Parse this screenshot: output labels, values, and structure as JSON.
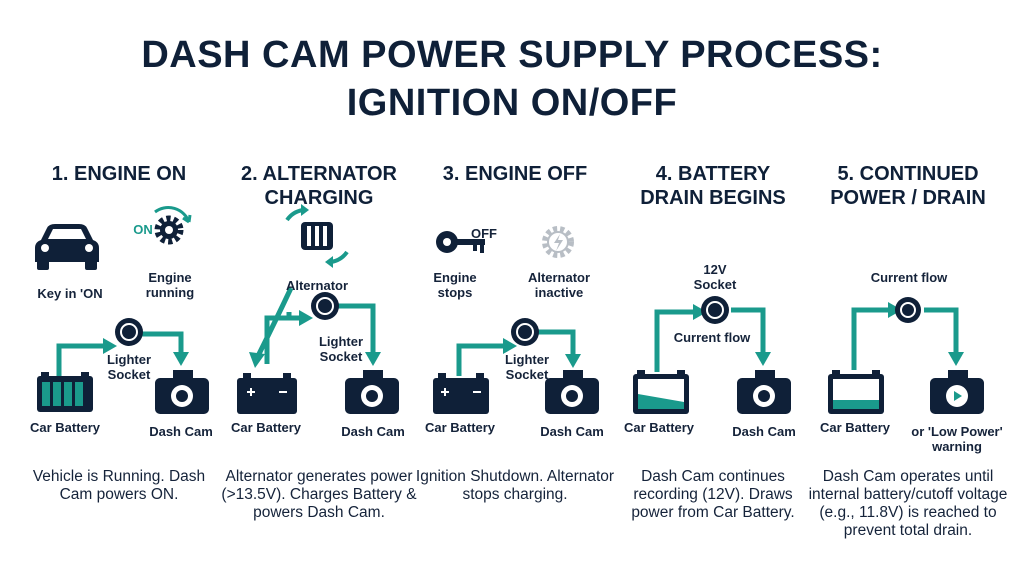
{
  "title": {
    "line1": "DASH CAM POWER SUPPLY PROCESS:",
    "line2": "IGNITION ON/OFF"
  },
  "colors": {
    "navy": "#0f2038",
    "teal": "#1a9a8c",
    "gray": "#b8bec5"
  },
  "steps": [
    {
      "title_lines": [
        "1. ENGINE ON"
      ],
      "labels": {
        "key": "Key in 'ON",
        "on": "ON",
        "engine": "Engine\nrunning",
        "socket": "Lighter\nSocket",
        "battery": "Car Battery",
        "cam": "Dash Cam"
      },
      "description": "Vehicle is Running. Dash Cam powers ON.",
      "icons": [
        "car-icon",
        "gear-icon",
        "socket-icon",
        "battery-icon",
        "dash-cam-icon"
      ]
    },
    {
      "title_lines": [
        "2. ALTERNATOR",
        "CHARGING"
      ],
      "labels": {
        "alternator": "Alternator",
        "socket": "Lighter\nSocket",
        "battery": "Car Battery",
        "cam": "Dash Cam"
      },
      "description": "Alternator generates power (>13.5V). Charges Battery & powers Dash Cam.",
      "icons": [
        "alternator-icon",
        "socket-icon",
        "battery-icon",
        "dash-cam-icon"
      ]
    },
    {
      "title_lines": [
        "3. ENGINE OFF"
      ],
      "labels": {
        "off": "OFF",
        "engine": "Engine\nstops",
        "alternator": "Alternator\ninactive",
        "socket": "Lighter\nSocket",
        "battery": "Car Battery",
        "cam": "Dash Cam"
      },
      "description": "Ignition Shutdown. Alternator stops charging.",
      "icons": [
        "key-icon",
        "gear-icon",
        "socket-icon",
        "battery-icon",
        "dash-cam-icon"
      ]
    },
    {
      "title_lines": [
        "4. BATTERY",
        "DRAIN BEGINS"
      ],
      "labels": {
        "socket": "12V\nSocket",
        "flow": "Current flow",
        "battery": "Car Battery",
        "cam": "Dash Cam"
      },
      "description": "Dash Cam continues recording (12V). Draws power from Car Battery.",
      "icons": [
        "socket-icon",
        "battery-icon",
        "dash-cam-icon"
      ]
    },
    {
      "title_lines": [
        "5. CONTINUED",
        "POWER / DRAIN"
      ],
      "labels": {
        "flow": "Current flow",
        "battery": "Car Battery",
        "cam": "or 'Low Power'\nwarning"
      },
      "description": "Dash Cam operates until internal battery/cutoff voltage (e.g., 11.8V) is reached to prevent total drain.",
      "icons": [
        "socket-icon",
        "battery-icon",
        "dash-cam-icon"
      ]
    }
  ]
}
